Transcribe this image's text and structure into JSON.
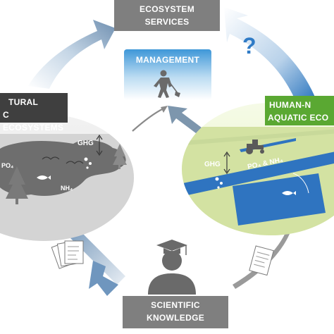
{
  "ecosystem_services": {
    "line1": "ECOSYSTEM",
    "line2": "SERVICES"
  },
  "question_mark": "?",
  "management": {
    "label": "MANAGEMENT"
  },
  "natural": {
    "line1": "TURAL",
    "line2": "C ECOSYSTEMS",
    "ghg": "GHG",
    "po4": "PO₄",
    "nh4": "NH₄"
  },
  "human": {
    "line1": "HUMAN-N",
    "line2": "AQUATIC ECO",
    "ghg": "GHG",
    "nutrients": "PO₄ & NH₄"
  },
  "scientific": {
    "line1": "SCIENTIFIC",
    "line2": "KNOWLEDGE"
  },
  "colors": {
    "gray_box": "#7f7f7f",
    "green_box": "#5aa832",
    "dark_label": "#3f3f3f",
    "arrow_blue": "#1f6fb2",
    "water_gray": "#707070",
    "water_blue": "#2b6cb5"
  }
}
